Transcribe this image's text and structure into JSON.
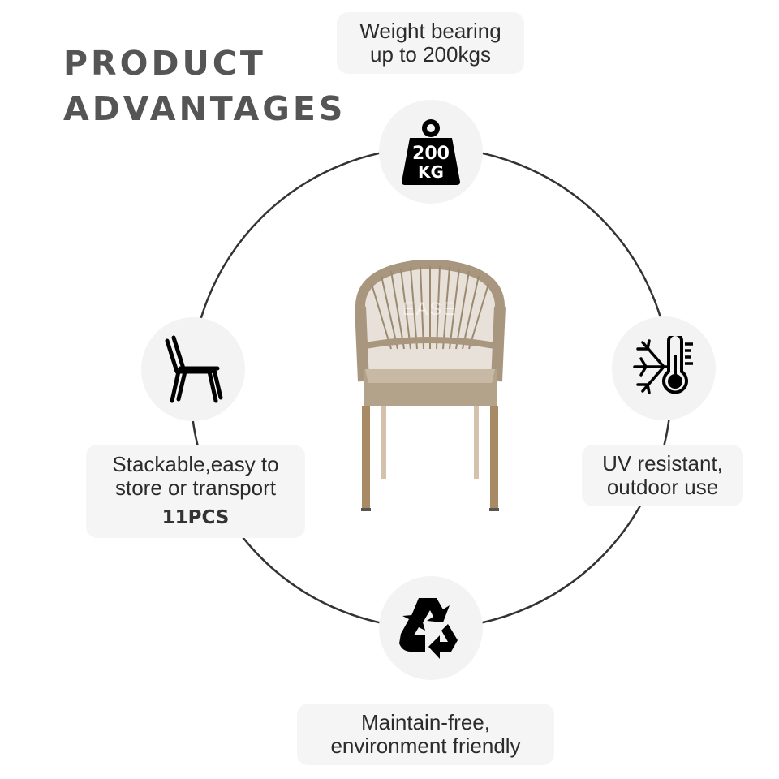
{
  "title": {
    "line1": "PRODUCT",
    "line2": "ADVANTAGES"
  },
  "features": [
    {
      "id": "weight",
      "icon": "weight-icon",
      "icon_text_1": "200",
      "icon_text_2": "KG",
      "line1": "Weight bearing",
      "line2": "up to 200kgs"
    },
    {
      "id": "stackable",
      "icon": "stacked-chairs-icon",
      "line1": "Stackable,easy to",
      "line2": "store or transport",
      "highlight": "11PCS"
    },
    {
      "id": "uv",
      "icon": "snowflake-thermometer-icon",
      "line1": "UV resistant,",
      "line2": "outdoor use"
    },
    {
      "id": "eco",
      "icon": "recycle-icon",
      "line1": "Maintain-free,",
      "line2": "environment friendly"
    }
  ],
  "product": {
    "image": "rope-woven-dining-chair",
    "watermark": "EASE"
  },
  "colors": {
    "title": "#555555",
    "circle_bg": "#f3f3f3",
    "box_bg": "#f5f5f5",
    "ring": "#333333"
  }
}
